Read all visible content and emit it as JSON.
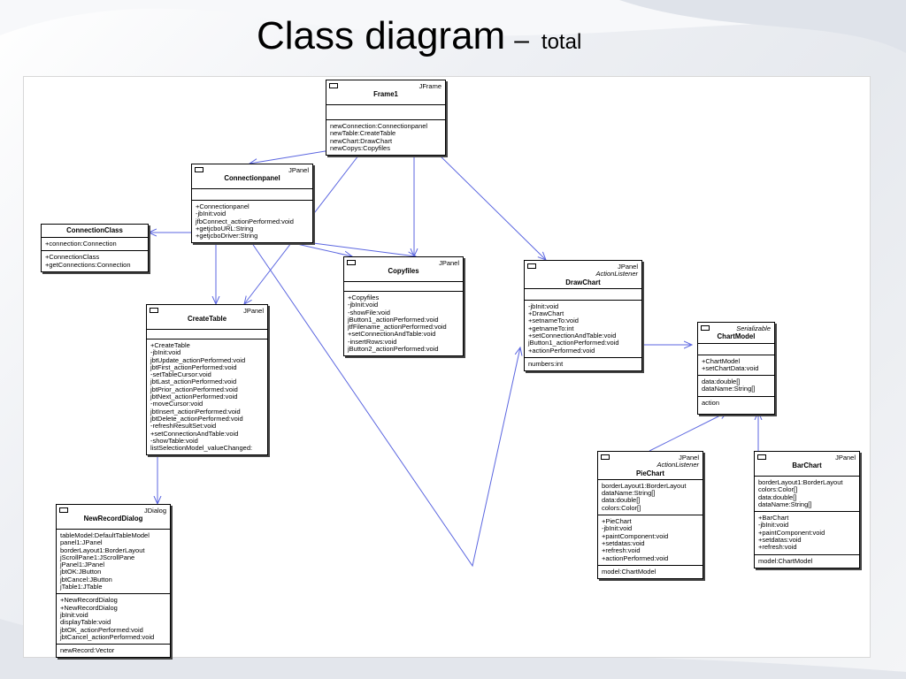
{
  "slide": {
    "title": "Class diagram",
    "dash": "–",
    "subtitle": "total"
  },
  "classes": {
    "frame1": {
      "stereotype": "JFrame",
      "name": "Frame1",
      "attributes": [],
      "operations": [
        "newConnection:Connectionpanel",
        "newTable:CreateTable",
        "newChart:DrawChart",
        "newCopys:Copyfiles"
      ],
      "extra": []
    },
    "connectionpanel": {
      "stereotype": "JPanel",
      "name": "Connectionpanel",
      "attributes": [],
      "operations": [
        "+Connectionpanel",
        "-jbInit:void",
        "jfbConnect_actionPerformed:void",
        "+getjcboURL:String",
        "+getjcboDriver:String"
      ],
      "extra": []
    },
    "connectionclass": {
      "name": "ConnectionClass",
      "attributes": [
        "+connection:Connection"
      ],
      "operations": [
        "+ConnectionClass",
        "+getConnections:Connection"
      ]
    },
    "copyfiles": {
      "stereotype": "JPanel",
      "name": "Copyfiles",
      "attributes": [],
      "operations": [
        "+Copyfiles",
        "-jbInit:void",
        "-showFile:void",
        "jButton1_actionPerformed:void",
        "jtfFilename_actionPerformed:void",
        "+setConnectionAndTable:void",
        "-insertRows:void",
        "jButton2_actionPerformed:void"
      ]
    },
    "drawchart": {
      "stereotype": "JPanel",
      "interface": "ActionListener",
      "name": "DrawChart",
      "attributes": [],
      "operations": [
        "-jbInit:void",
        "+DrawChart",
        "+setnameTo:void",
        "+getnameTo:int",
        "+setConnectionAndTable:void",
        "jButton1_actionPerformed:void",
        "+actionPerformed:void"
      ],
      "extra": [
        "numbers:int"
      ]
    },
    "chartmodel": {
      "interface": "Serializable",
      "name": "ChartModel",
      "operations": [
        "+ChartModel",
        "+setChartData:void"
      ],
      "attributes": [
        "data:double[]",
        "dataName:String[]"
      ],
      "extra": [
        "action"
      ]
    },
    "createtable": {
      "stereotype": "JPanel",
      "name": "CreateTable",
      "attributes": [],
      "operations": [
        "+CreateTable",
        "-jbInit:void",
        "jbtUpdate_actionPerformed:void",
        "jbtFirst_actionPerformed:void",
        "-setTableCursor:void",
        "jbtLast_actionPerformed:void",
        "jbtPrior_actionPerformed:void",
        "jbtNext_actionPerformed:void",
        "-moveCursor:void",
        "jbtInsert_actionPerformed:void",
        "jbtDelete_actionPerformed:void",
        "-refreshResultSet:void",
        "+setConnectionAndTable:void",
        "-showTable:void",
        "listSelectionModel_valueChanged:"
      ]
    },
    "newrecorddialog": {
      "stereotype": "JDialog",
      "name": "NewRecordDialog",
      "attributes": [
        "tableModel:DefaultTableModel",
        "panel1:JPanel",
        "borderLayout1:BorderLayout",
        "jScrollPane1:JScrollPane",
        "jPanel1:JPanel",
        "jbtOK:JButton",
        "jbtCancel:JButton",
        "jTable1:JTable"
      ],
      "operations": [
        "+NewRecordDialog",
        "+NewRecordDialog",
        "jbInit:void",
        "displayTable:void",
        "jbtOK_actionPerformed:void",
        "jbtCancel_actionPerformed:void"
      ],
      "extra": [
        "newRecord:Vector"
      ]
    },
    "piechart": {
      "stereotype": "JPanel",
      "interface": "ActionListener",
      "name": "PieChart",
      "attributes": [
        "borderLayout1:BorderLayout",
        "dataName:String[]",
        "data:double[]",
        "colors:Color[]"
      ],
      "operations": [
        "+PieChart",
        "-jbInit:void",
        "+paintComponent:void",
        "+setdatas:void",
        "+refresh:void",
        "+actionPerformed:void"
      ],
      "extra": [
        "model:ChartModel"
      ]
    },
    "barchart": {
      "stereotype": "JPanel",
      "name": "BarChart",
      "attributes": [
        "borderLayout1:BorderLayout",
        "colors:Color[]",
        "data:double[]",
        "dataName:String[]"
      ],
      "operations": [
        "+BarChart",
        "-jbInit:void",
        "+paintComponent:void",
        "+setdatas:void",
        "+refresh:void"
      ],
      "extra": [
        "model:ChartModel"
      ]
    }
  },
  "colors": {
    "arrow": "#5b66e0",
    "border": "#000000"
  }
}
